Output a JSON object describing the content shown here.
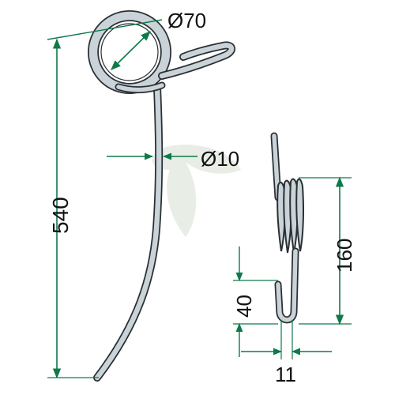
{
  "colors": {
    "background": "#ffffff",
    "wire_fill": "#c9d3d8",
    "wire_outline": "#2a2f33",
    "dimension": "#0d7a4a",
    "watermark": "#e6ebe3",
    "text": "#111111"
  },
  "dimensions": {
    "coil_diameter": "Ø70",
    "wire_diameter": "Ø10",
    "total_length": "540",
    "spring_height": "160",
    "hook_height": "40",
    "hook_width": "11"
  },
  "watermark_icon": "leaf-watermark-icon"
}
